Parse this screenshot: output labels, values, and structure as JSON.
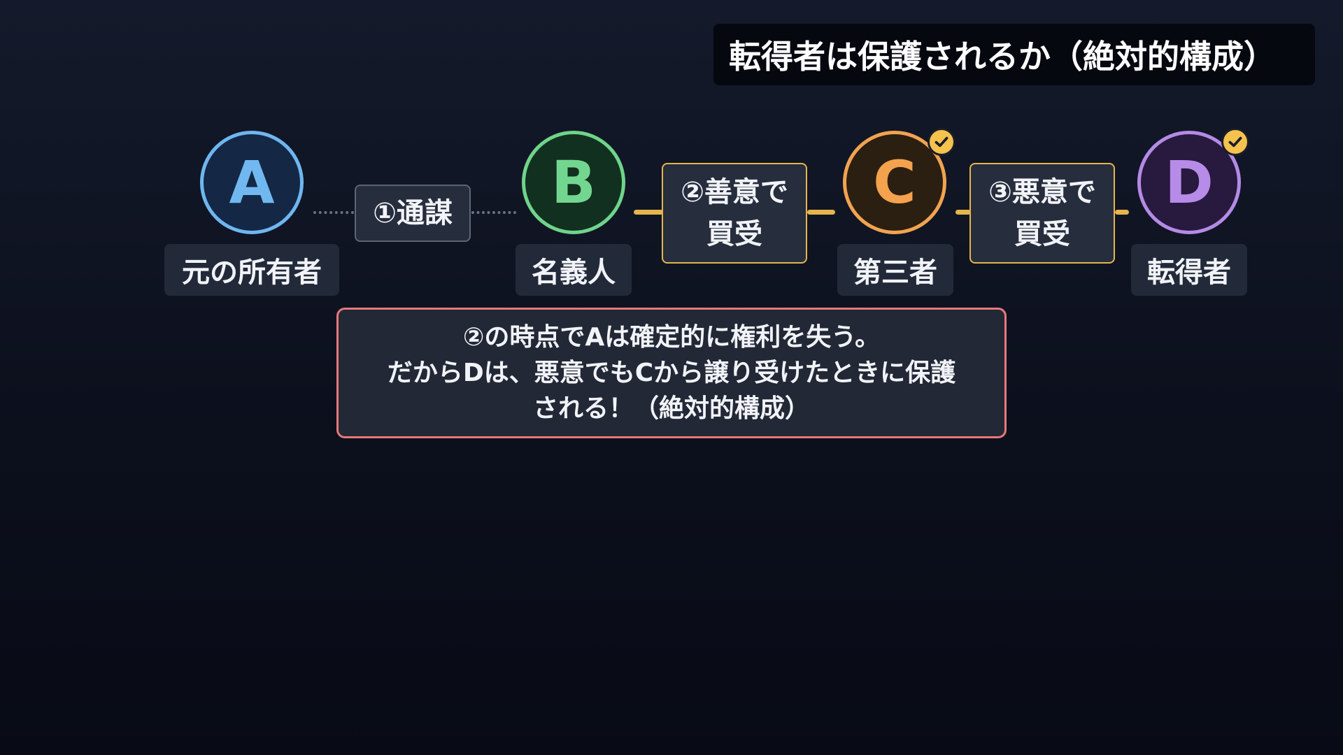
{
  "title": "転得者は保護されるか（絶対的構成）",
  "colors": {
    "background": "#0c101d",
    "node_a": "#6fb6f0",
    "node_b": "#6fd48a",
    "node_c": "#f2a350",
    "node_d": "#b58ae6",
    "accent_line": "#e6b54c",
    "check": "#f4c24d",
    "note_border": "#e5797b"
  },
  "nodes": [
    {
      "letter": "A",
      "label": "元の所有者",
      "checked": false
    },
    {
      "letter": "B",
      "label": "名義人",
      "checked": false
    },
    {
      "letter": "C",
      "label": "第三者",
      "checked": true,
      "icon": "check-icon"
    },
    {
      "letter": "D",
      "label": "転得者",
      "checked": true,
      "icon": "check-icon"
    }
  ],
  "edges": [
    {
      "label": "①通謀",
      "style": "dotted"
    },
    {
      "label_line1": "②善意で",
      "label_line2": "買受",
      "style": "solid"
    },
    {
      "label_line1": "③悪意で",
      "label_line2": "買受",
      "style": "solid"
    }
  ],
  "note": {
    "line1": "②の時点でAは確定的に権利を失う。",
    "line2": "だからDは、悪意でもCから譲り受けたときに保護",
    "line3": "される！（絶対的構成）"
  }
}
